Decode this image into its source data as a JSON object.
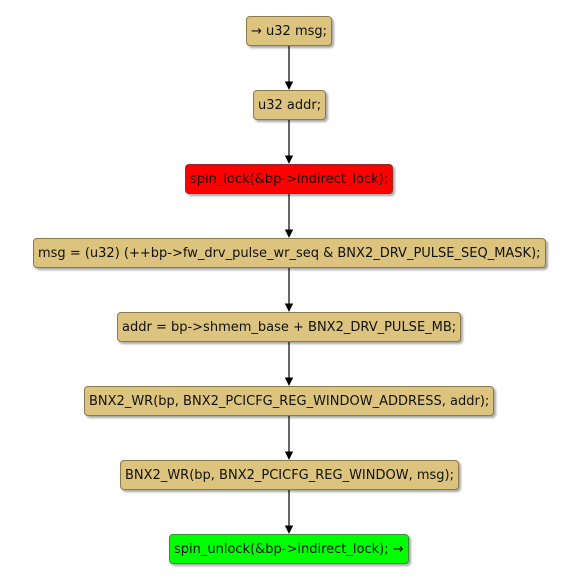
{
  "nodes": [
    {
      "id": "n1",
      "text": "→ u32 msg;",
      "kind": "normal"
    },
    {
      "id": "n2",
      "text": "u32 addr;",
      "kind": "normal"
    },
    {
      "id": "n3",
      "text": "spin_lock(&bp->indirect_lock);",
      "kind": "lock"
    },
    {
      "id": "n4",
      "text": "msg = (u32) (++bp->fw_drv_pulse_wr_seq & BNX2_DRV_PULSE_SEQ_MASK);",
      "kind": "normal"
    },
    {
      "id": "n5",
      "text": "addr = bp->shmem_base + BNX2_DRV_PULSE_MB;",
      "kind": "normal"
    },
    {
      "id": "n6",
      "text": "BNX2_WR(bp, BNX2_PCICFG_REG_WINDOW_ADDRESS, addr);",
      "kind": "normal"
    },
    {
      "id": "n7",
      "text": "BNX2_WR(bp, BNX2_PCICFG_REG_WINDOW, msg);",
      "kind": "normal"
    },
    {
      "id": "n8",
      "text": "spin_unlock(&bp->indirect_lock); →",
      "kind": "unlock"
    }
  ],
  "edges": [
    {
      "from": "n1",
      "to": "n2"
    },
    {
      "from": "n2",
      "to": "n3"
    },
    {
      "from": "n3",
      "to": "n4"
    },
    {
      "from": "n4",
      "to": "n5"
    },
    {
      "from": "n5",
      "to": "n6"
    },
    {
      "from": "n6",
      "to": "n7"
    },
    {
      "from": "n7",
      "to": "n8"
    }
  ],
  "colors": {
    "normal": "#dcc47e",
    "lock": "#ff0000",
    "unlock": "#00ff00",
    "edge": "#000000"
  }
}
